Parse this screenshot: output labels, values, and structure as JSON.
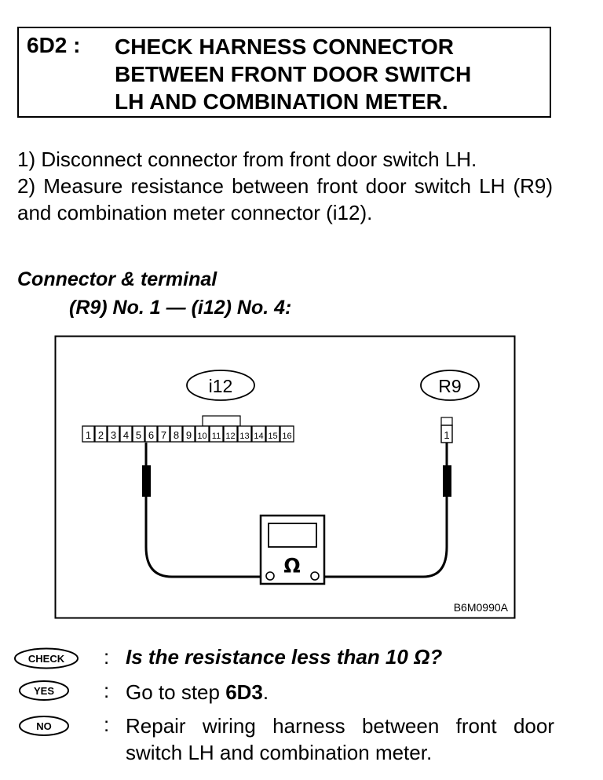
{
  "header": {
    "step_id": "6D2 :",
    "title_lines": [
      "CHECK HARNESS CONNECTOR",
      "BETWEEN FRONT DOOR SWITCH",
      "LH AND COMBINATION METER."
    ]
  },
  "instructions": [
    "1) Disconnect connector from front door switch LH.",
    "2) Measure resistance between front door switch LH (R9) and combination meter connector (i12)."
  ],
  "connector_terminal": {
    "heading": "Connector & terminal",
    "value": "(R9) No. 1 — (i12) No. 4:"
  },
  "diagram": {
    "left_connector": "i12",
    "right_connector": "R9",
    "left_pins": [
      "1",
      "2",
      "3",
      "4",
      "5",
      "6",
      "7",
      "8",
      "9",
      "10",
      "11",
      "12",
      "13",
      "14",
      "15",
      "16"
    ],
    "right_pins": [
      "1"
    ],
    "meter_symbol": "Ω",
    "figure_code": "B6M0990A"
  },
  "answers": {
    "check": {
      "badge": "CHECK",
      "colon": ":",
      "text": "Is the resistance less than 10 Ω?"
    },
    "yes": {
      "badge": "YES",
      "colon": ":",
      "prefix": "Go to step ",
      "step": "6D3",
      "suffix": "."
    },
    "no": {
      "badge": "NO",
      "colon": ":",
      "text": "Repair wiring harness between front door switch LH and combination meter."
    }
  }
}
